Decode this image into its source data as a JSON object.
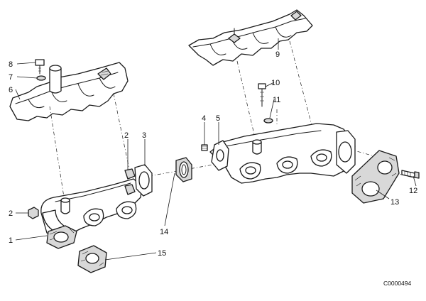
{
  "diagram": {
    "reference_code": "C0000494",
    "callouts": [
      {
        "id": "c1",
        "label": "1"
      },
      {
        "id": "c2a",
        "label": "2"
      },
      {
        "id": "c2b",
        "label": "2"
      },
      {
        "id": "c3",
        "label": "3"
      },
      {
        "id": "c4",
        "label": "4"
      },
      {
        "id": "c5",
        "label": "5"
      },
      {
        "id": "c6",
        "label": "6"
      },
      {
        "id": "c7",
        "label": "7"
      },
      {
        "id": "c8",
        "label": "8"
      },
      {
        "id": "c9",
        "label": "9"
      },
      {
        "id": "c10",
        "label": "10"
      },
      {
        "id": "c11",
        "label": "11"
      },
      {
        "id": "c12",
        "label": "12"
      },
      {
        "id": "c13",
        "label": "13"
      },
      {
        "id": "c14",
        "label": "14"
      },
      {
        "id": "c15",
        "label": "15"
      }
    ]
  }
}
